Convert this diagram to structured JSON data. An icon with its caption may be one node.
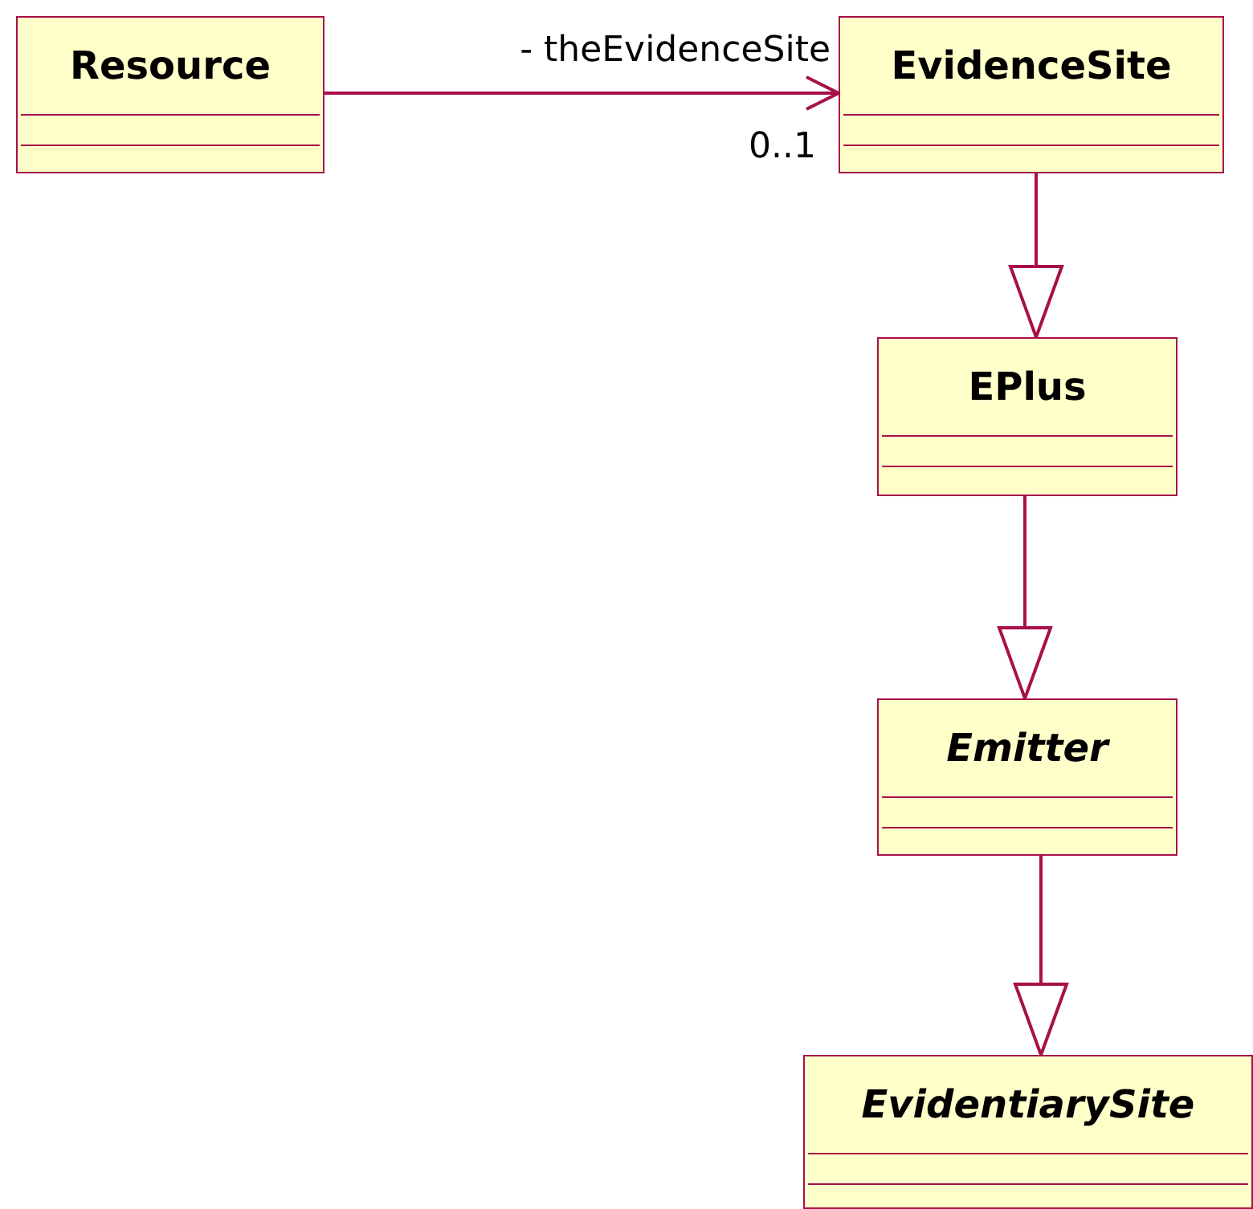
{
  "diagram": {
    "nodes": [
      {
        "text": [
          "Resource"
        ]
      },
      {
        "text": [
          "EvidenceSite"
        ]
      },
      {
        "text": [
          "EPlus"
        ]
      },
      {
        "text": [
          "Emitter"
        ]
      },
      {
        "text": [
          "EvidentiarySite"
        ]
      }
    ],
    "edges": [
      {
        "from": 0,
        "to": 1,
        "arrow": "to",
        "label": "- theEvidenceSite"
      },
      {
        "from": 1,
        "to": 2,
        "arrow": "to"
      },
      {
        "from": 2,
        "to": 3,
        "arrow": "to"
      },
      {
        "from": 3,
        "to": 4,
        "arrow": "to"
      }
    ],
    "labels": [
      "0..1"
    ]
  }
}
